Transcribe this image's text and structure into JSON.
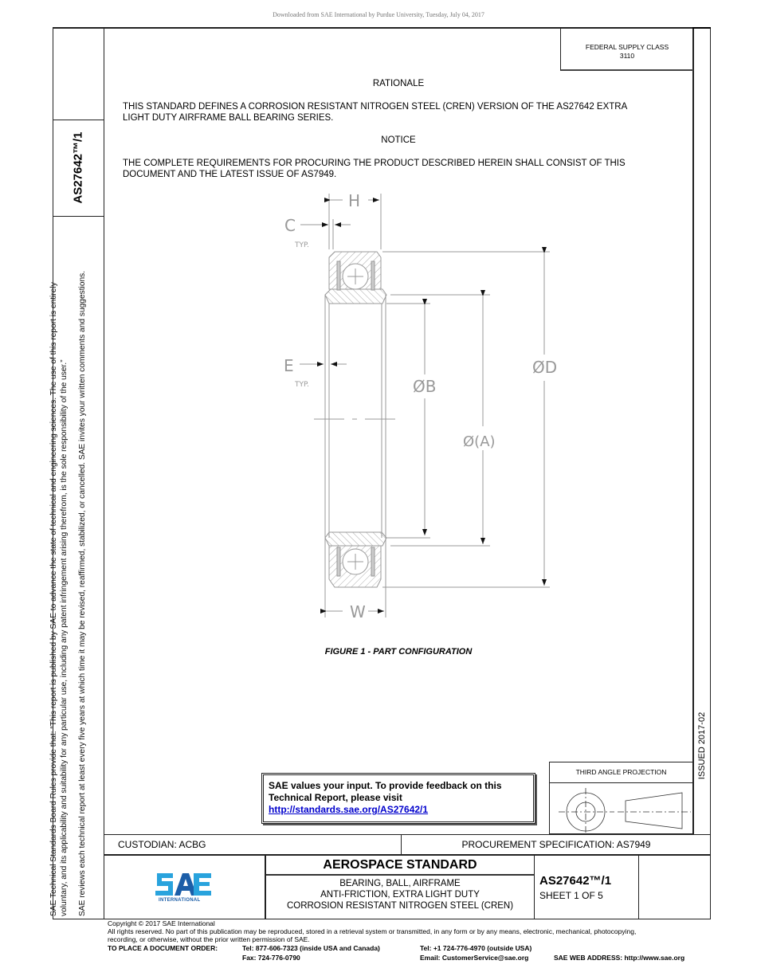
{
  "download_note": "Downloaded from SAE International by Purdue University, Tuesday, July 04, 2017",
  "document": {
    "number": "AS27642™/1",
    "federal_supply_class_label": "FEDERAL SUPPLY CLASS",
    "federal_supply_class_value": "3110",
    "issued": "ISSUED 2017-02"
  },
  "rationale": {
    "heading": "RATIONALE",
    "text_line1": "THIS STANDARD DEFINES A CORROSION RESISTANT NITROGEN STEEL (CREN) VERSION OF THE AS27642 EXTRA",
    "text_line2": "LIGHT DUTY AIRFRAME BALL BEARING SERIES."
  },
  "notice": {
    "heading": "NOTICE",
    "text_line1": "THE COMPLETE REQUIREMENTS FOR PROCURING THE PRODUCT DESCRIBED HEREIN SHALL CONSIST OF THIS",
    "text_line2": "DOCUMENT AND THE LATEST ISSUE OF AS7949."
  },
  "figure": {
    "caption": "FIGURE 1 - PART CONFIGURATION",
    "labels": {
      "H": "H",
      "C": "C",
      "C_typ": "TYP.",
      "E": "E",
      "E_typ": "TYP.",
      "B": "ØB",
      "A": "Ø(A)",
      "D": "ØD",
      "W": "W"
    }
  },
  "side_notice": {
    "line1": "SAE Technical Standards Board Rules provide that: “This report is published by SAE to advance the state of technical and engineering sciences. The use of this report is entirely",
    "line2": "voluntary, and its applicability and suitability for any particular use, including any patent infringement arising therefrom, is the sole responsibility of the user.”",
    "line3": "SAE reviews each technical report at least every five years at which time it may be revised, reaffirmed, stabilized, or cancelled. SAE invites your written comments and suggestions."
  },
  "feedback": {
    "line1": "SAE values your input. To provide feedback on this",
    "line2": "Technical Report, please visit",
    "link": "http://standards.sae.org/AS27642/1"
  },
  "projection": {
    "title": "THIRD ANGLE PROJECTION"
  },
  "title_block": {
    "custodian": "CUSTODIAN: ACBG",
    "procurement": "PROCUREMENT SPECIFICATION: AS7949",
    "logo_text": "INTERNATIONAL",
    "heading": "AEROSPACE STANDARD",
    "desc_line1": "BEARING, BALL, AIRFRAME",
    "desc_line2": "ANTI-FRICTION, EXTRA LIGHT DUTY",
    "desc_line3": "CORROSION RESISTANT NITROGEN STEEL (CREN)",
    "doc_id": "AS27642™/1",
    "sheet": "SHEET 1 OF 5"
  },
  "footer": {
    "copyright": "Copyright © 2017 SAE International",
    "rights_line1": "All rights reserved. No part of this publication may be reproduced, stored in a retrieval system or transmitted, in any form or by any means, electronic, mechanical, photocopying,",
    "rights_line2": "recording, or otherwise, without the prior written permission of SAE.",
    "order_label": "TO PLACE A DOCUMENT ORDER:",
    "tel_usa": "Tel: 877-606-7323 (inside USA and Canada)",
    "fax": "Fax: 724-776-0790",
    "tel_intl": "Tel: +1 724-776-4970 (outside USA)",
    "email": "Email: CustomerService@sae.org",
    "web": "SAE WEB ADDRESS: http://www.sae.org"
  },
  "colors": {
    "link": "#0000cc",
    "logo_light": "#29a3dd",
    "logo_dark": "#1c5ea8",
    "drawing_line": "#888888"
  }
}
